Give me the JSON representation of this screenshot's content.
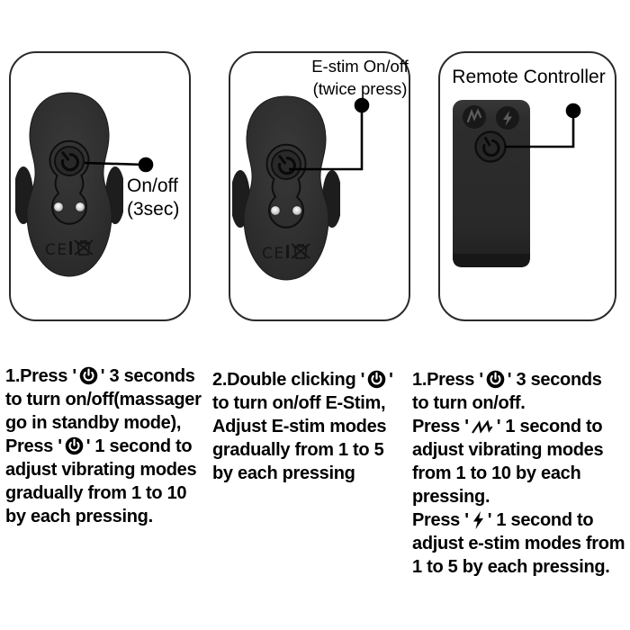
{
  "colors": {
    "background": "#ffffff",
    "text": "#000000",
    "panel_border": "#2a2a2a",
    "device_body": "#2f2f2f",
    "device_dark": "#1d1d1d",
    "remote_body": "#2b2b2b",
    "contact_silver": "#d8d8d8",
    "annotation": "#000000"
  },
  "panels": [
    {
      "name": "massager-onoff",
      "annotation_line1": "On/off",
      "annotation_line2": "(3sec)"
    },
    {
      "name": "massager-estim",
      "annotation_line1": "E-stim On/off",
      "annotation_line2": "(twice press)"
    },
    {
      "name": "remote-controller",
      "title": "Remote Controller"
    }
  ],
  "device_markings": {
    "ce_text": "CE"
  },
  "icons": {
    "power": "power-icon",
    "wave": "vibration-wave-icon",
    "bolt": "lightning-bolt-icon"
  },
  "instructions": [
    {
      "lines": [
        [
          {
            "t": "1.Press '"
          },
          {
            "icon": "power"
          },
          {
            "t": "' 3 seconds"
          }
        ],
        "to turn on/off(massager",
        "go in standby mode),",
        [
          {
            "t": "Press '"
          },
          {
            "icon": "power"
          },
          {
            "t": "' 1 second to"
          }
        ],
        "adjust vibrating modes",
        "gradually from 1 to 10",
        "by each pressing."
      ]
    },
    {
      "lines": [
        [
          {
            "t": "2.Double clicking '"
          },
          {
            "icon": "power"
          },
          {
            "t": "'"
          }
        ],
        "to turn on/off E-Stim,",
        "Adjust E-stim modes",
        "gradually from 1 to 5",
        "by each pressing"
      ]
    },
    {
      "lines": [
        [
          {
            "t": "1.Press '"
          },
          {
            "icon": "power"
          },
          {
            "t": "' 3 seconds"
          }
        ],
        "to turn on/off.",
        [
          {
            "t": "Press '"
          },
          {
            "icon": "wave"
          },
          {
            "t": "' 1 second to"
          }
        ],
        "adjust vibrating modes",
        "from 1 to 10 by each",
        "pressing.",
        [
          {
            "t": "Press '"
          },
          {
            "icon": "bolt"
          },
          {
            "t": "' 1 second to"
          }
        ],
        "adjust e-stim modes from",
        "1 to 5 by each pressing."
      ]
    }
  ]
}
